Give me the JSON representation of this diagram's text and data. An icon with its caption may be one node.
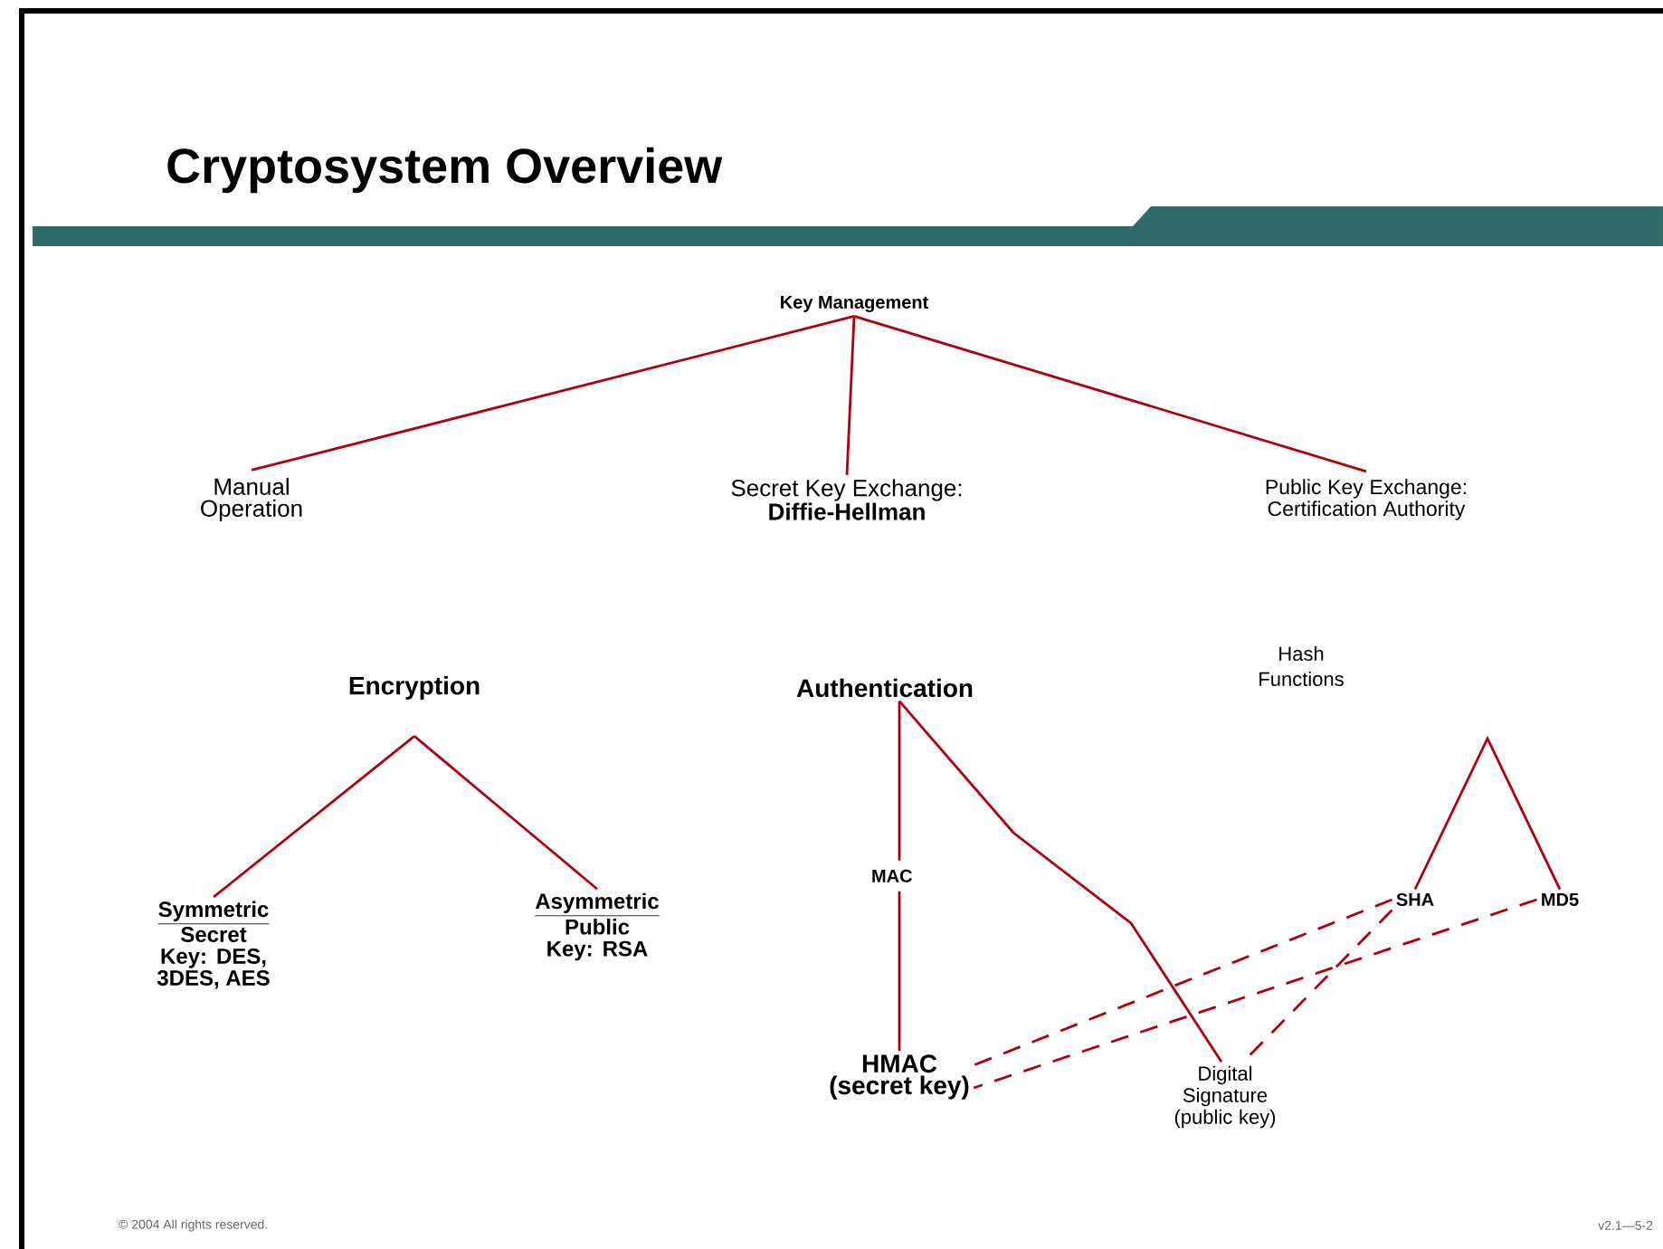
{
  "diagram": {
    "title": "Cryptosystem Overview",
    "nodes": [
      {
        "text": [
          "Key Management"
        ]
      },
      {
        "text": [
          "Manual Operation"
        ]
      },
      {
        "text": [
          "Secret Key Exchange:",
          "Diffie-Hellman"
        ]
      },
      {
        "text": [
          "Public Key Exchange: Certification Authority"
        ]
      },
      {
        "text": [
          "Encryption"
        ]
      },
      {
        "text": [
          "Symmetric",
          "Secret Key: DES, 3DES, AES"
        ]
      },
      {
        "text": [
          "Asymmetric",
          "Public Key: RSA"
        ]
      },
      {
        "text": [
          "Authentication"
        ]
      },
      {
        "text": [
          "HMAC",
          "(secret key)"
        ]
      },
      {
        "text": [
          "Digital Signature (public key)"
        ]
      },
      {
        "text": [
          "SHA"
        ]
      },
      {
        "text": [
          "MD5"
        ]
      }
    ],
    "edges": [
      {
        "from": 0,
        "to": 1,
        "arrow": "none"
      },
      {
        "from": 0,
        "to": 2,
        "arrow": "none"
      },
      {
        "from": 0,
        "to": 3,
        "arrow": "none"
      },
      {
        "from": 4,
        "to": 5,
        "arrow": "none"
      },
      {
        "from": 4,
        "to": 6,
        "arrow": "none"
      },
      {
        "from": 7,
        "to": 8,
        "arrow": "none",
        "label": "MAC"
      },
      {
        "from": 7,
        "to": 9,
        "arrow": "none"
      },
      {
        "from": 10,
        "to": 11,
        "arrow": "none"
      },
      {
        "from": 10,
        "to": 8,
        "arrow": "none",
        "style": "dashed"
      },
      {
        "from": 11,
        "to": 8,
        "arrow": "none",
        "style": "dashed"
      },
      {
        "from": 10,
        "to": 9,
        "arrow": "none",
        "style": "dashed"
      }
    ],
    "labels": [
      "Hash Functions",
      "© 2004 All rights reserved.",
      "v2.1—5-2"
    ]
  }
}
